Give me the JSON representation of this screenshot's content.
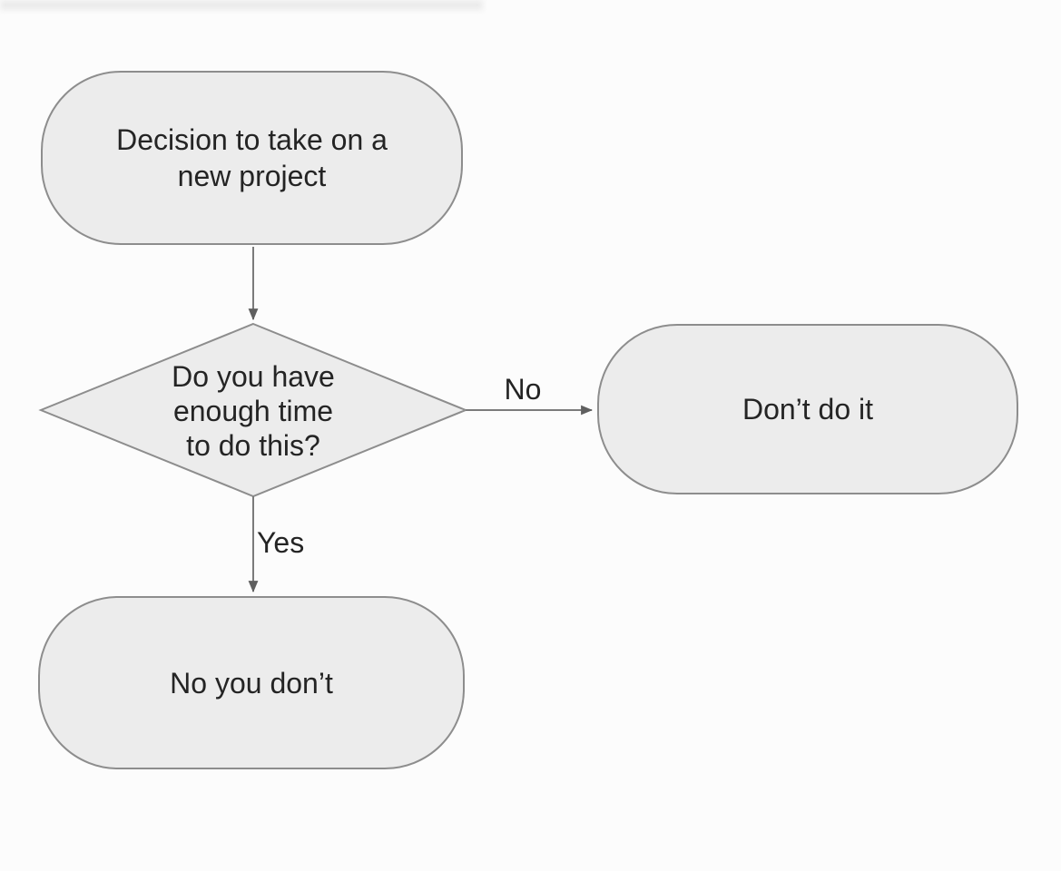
{
  "colors": {
    "background": "#fcfcfc",
    "node_fill": "#ececec",
    "node_border": "#8d8d8d",
    "connector": "#7b7b7b",
    "text": "#242424"
  },
  "diagram": {
    "nodes": {
      "start": {
        "type": "terminator",
        "lines": [
          "Decision to take on a",
          "new project"
        ]
      },
      "decision": {
        "type": "decision",
        "lines": [
          "Do you have",
          "enough time",
          "to do this?"
        ]
      },
      "no_branch": {
        "type": "terminator",
        "lines": [
          "Don’t do it"
        ]
      },
      "yes_branch": {
        "type": "terminator",
        "lines": [
          "No you don’t"
        ]
      }
    },
    "edges": {
      "start_to_decision": {
        "from": "start",
        "to": "decision",
        "label": ""
      },
      "no": {
        "from": "decision",
        "to": "no_branch",
        "label": "No"
      },
      "yes": {
        "from": "decision",
        "to": "yes_branch",
        "label": "Yes"
      }
    }
  }
}
